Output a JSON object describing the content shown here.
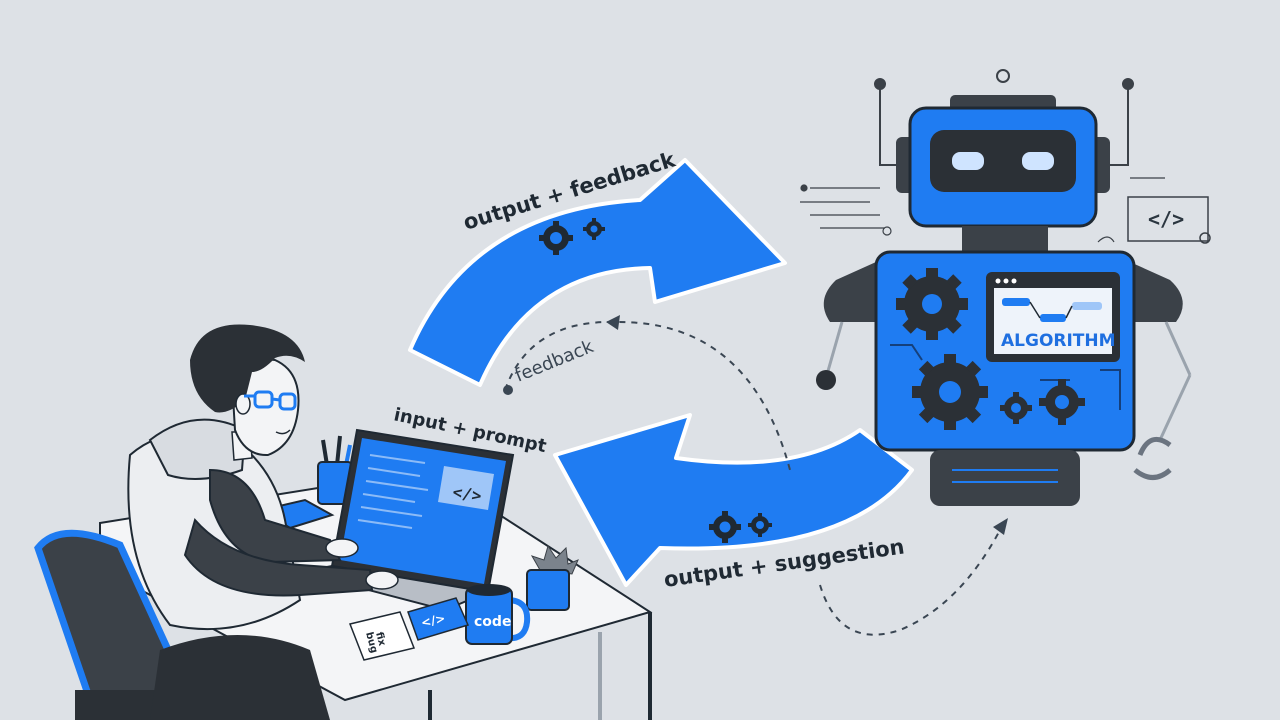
{
  "labels": {
    "output_feedback": "output + feedback",
    "feedback": "feedback",
    "input_prompt": "input + prompt",
    "output_suggestion": "output + suggestion"
  },
  "robot": {
    "screen_label": "ALGORITHM",
    "code_tag": "</>"
  },
  "desk": {
    "mug_label": "code",
    "sticky_note": [
      "fix",
      "bug"
    ],
    "sticky_code": "</>",
    "laptop_code": "</>"
  },
  "colors": {
    "background": "#dde1e6",
    "accent_blue": "#1f7cf2",
    "dark_gray": "#3b4148",
    "outline": "#1f2933"
  }
}
